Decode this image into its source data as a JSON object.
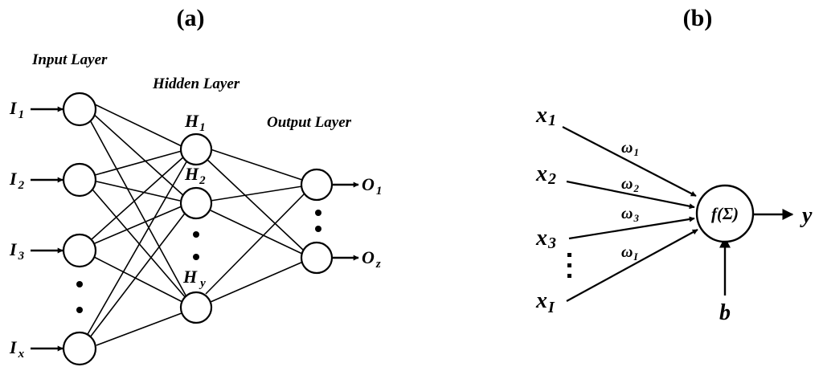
{
  "panel_a": {
    "label": "(a)",
    "input_layer_label": "Input Layer",
    "hidden_layer_label": "Hidden Layer",
    "output_layer_label": "Output Layer",
    "inputs": [
      {
        "base": "I",
        "sub": "1"
      },
      {
        "base": "I",
        "sub": "2"
      },
      {
        "base": "I",
        "sub": "3"
      },
      {
        "base": "I",
        "sub": "x"
      }
    ],
    "hidden": [
      {
        "base": "H",
        "sub": "1"
      },
      {
        "base": "H",
        "sub": "2"
      },
      {
        "base": "H",
        "sub": "y"
      }
    ],
    "outputs": [
      {
        "base": "O",
        "sub": "1"
      },
      {
        "base": "O",
        "sub": "z"
      }
    ]
  },
  "panel_b": {
    "label": "(b)",
    "inputs": [
      {
        "base": "x",
        "sub": "1"
      },
      {
        "base": "x",
        "sub": "2"
      },
      {
        "base": "x",
        "sub": "3"
      },
      {
        "base": "x",
        "sub": "I"
      }
    ],
    "weights": [
      {
        "base": "ω",
        "sub": "1"
      },
      {
        "base": "ω",
        "sub": "2"
      },
      {
        "base": "ω",
        "sub": "3"
      },
      {
        "base": "ω",
        "sub": "I"
      }
    ],
    "function_label": "f(Σ)",
    "output_label": "y",
    "bias_label": "b"
  }
}
